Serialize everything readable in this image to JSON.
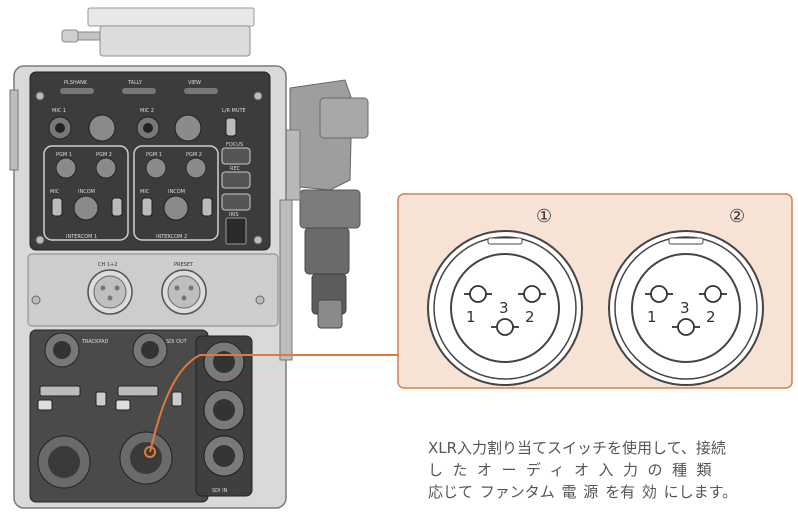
{
  "panel": {
    "labels": {
      "lbl_top1": "PLSHANK",
      "lbl_top2": "TALLY",
      "lbl_top3": "VIEW",
      "mic1": "MIC 1",
      "mic2": "MIC 2",
      "lmutes": "L/R MUTE",
      "pgm1a": "PGM 1",
      "pgm2a": "PGM 2",
      "pgm1b": "PGM 1",
      "pgm2b": "PGM 2",
      "mica": "MIC",
      "micb": "MIC",
      "incoma": "INCOM",
      "incomb": "INCOM",
      "intercom1": "INTERCOM 1",
      "intercom2": "INTERCOM 2",
      "focus": "FOCUS",
      "rec": "REC",
      "iris": "IRIS",
      "xlr1": "CH 1+2",
      "xlr2": "PRESET",
      "trackpad": "TRACKPAD",
      "sdi_out": "SDI OUT",
      "sdi_in": "SDI IN"
    }
  },
  "callout": {
    "num1": "①",
    "num2": "②",
    "pin1": "1",
    "pin2": "2",
    "pin3": "3"
  },
  "caption": {
    "line1": "XLR入力割り当てスイッチを使用して、接続",
    "line2": "したオーディオ入力の種類",
    "line3": "応じて ファンタム 電 源 を有 効 にします。"
  },
  "colors": {
    "callout_border": "#d4804f",
    "callout_fill": "#f7e3d6",
    "leader_line": "#e07a3c",
    "panel_body": "#d9d9d9",
    "panel_dark": "#4a4a4a",
    "caption_text": "#555555"
  }
}
